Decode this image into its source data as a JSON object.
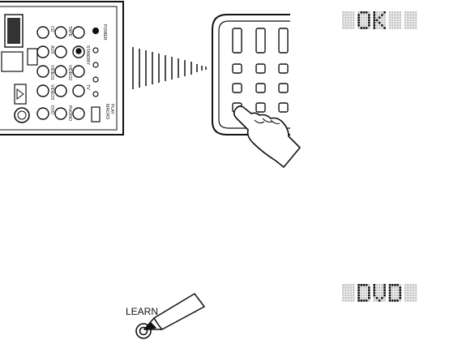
{
  "diagram": {
    "step1": {
      "display_text": "OK",
      "source_remote": {
        "buttons": [
          "CD",
          "TAPE",
          "AUX",
          "VIDEO1",
          "VIDEO2",
          "VIDEO3",
          "DVD",
          "PHONO",
          "TV",
          "STANDBY",
          "POWER"
        ],
        "switch_label": "MACRO",
        "switch_sublabel": "PLAY"
      },
      "target_remote": {
        "button_rows": 4,
        "button_cols": 3
      }
    },
    "step2": {
      "learn_label": "LEARN",
      "display_text": "DVD"
    }
  }
}
